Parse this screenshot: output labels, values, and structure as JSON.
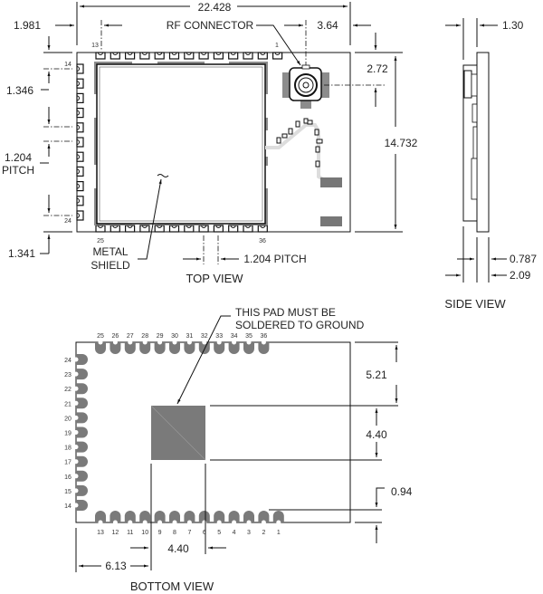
{
  "top_view": {
    "title": "TOP VIEW",
    "dim_width": "22.428",
    "dim_left_offset": "1.981",
    "rf_label": "RF CONNECTOR",
    "dim_rf_x": "3.64",
    "dim_rf_y": "2.72",
    "dim_height": "14.732",
    "dim_top_pin": "1.346",
    "pitch_value": "1.204",
    "pitch_word": "PITCH",
    "dim_bottom_pin": "1.341",
    "shield_label_1": "METAL",
    "shield_label_2": "SHIELD",
    "bottom_pitch": "1.204 PITCH",
    "pin_labels": {
      "p13": "13",
      "p1": "1",
      "p14": "14",
      "p24": "24",
      "p25": "25",
      "p36": "36"
    }
  },
  "side_view": {
    "title": "SIDE VIEW",
    "dim_board": "1.30",
    "dim_pcb": "0.787",
    "dim_total": "2.09"
  },
  "bottom_view": {
    "title": "BOTTOM VIEW",
    "note_1": "THIS PAD MUST BE",
    "note_2": "SOLDERED TO GROUND",
    "dim_top": "5.21",
    "dim_pad_h": "4.40",
    "dim_bottom": "0.94",
    "dim_pad_w": "4.40",
    "dim_left": "6.13",
    "top_pins": [
      "25",
      "26",
      "27",
      "28",
      "29",
      "30",
      "31",
      "32",
      "33",
      "34",
      "35",
      "36"
    ],
    "left_pins": [
      "24",
      "23",
      "22",
      "21",
      "20",
      "19",
      "18",
      "17",
      "16",
      "15",
      "14"
    ],
    "bottom_pins": [
      "13",
      "12",
      "11",
      "10",
      "9",
      "8",
      "7",
      "6",
      "5",
      "4",
      "3",
      "2",
      "1"
    ]
  },
  "colors": {
    "pad": "#7a7a7a",
    "shield_pad": "#8c8c8c",
    "line": "#111111"
  }
}
